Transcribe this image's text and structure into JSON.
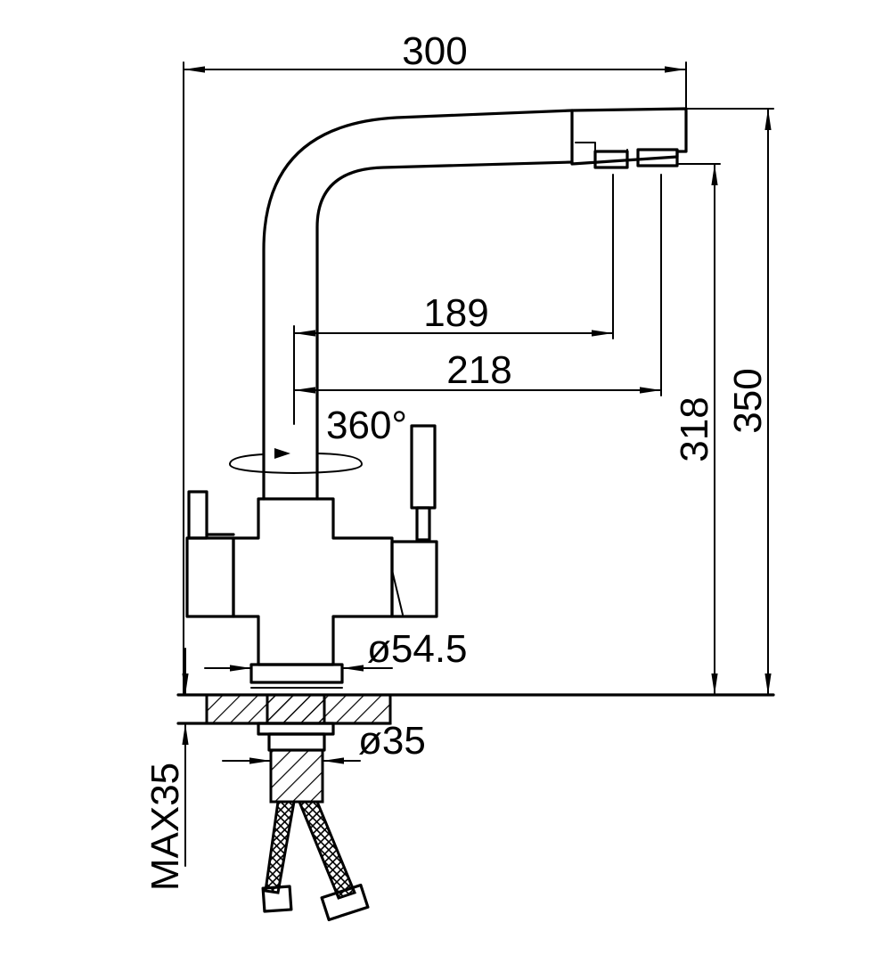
{
  "dimensions": {
    "overall_width": "300",
    "reach_short": "189",
    "reach_long": "218",
    "height_outlet": "318",
    "height_total": "350",
    "rotation": "360°",
    "base_diameter": "ø54.5",
    "shank_diameter": "ø35",
    "max_counter_thickness": "MAX35"
  },
  "colors": {
    "line": "#000000",
    "background": "#ffffff"
  }
}
